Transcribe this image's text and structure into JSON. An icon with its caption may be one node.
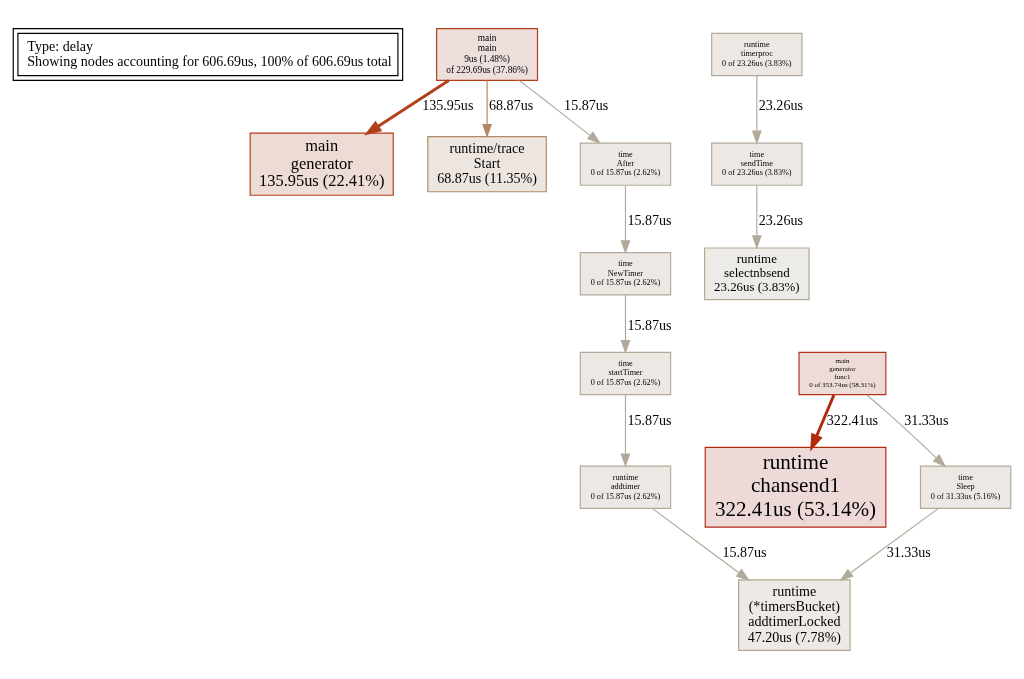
{
  "diagram": {
    "nodes": [
      {
        "text": [
          "Type: delay",
          "Showing nodes accounting for 606.69us, 100% of 606.69us total"
        ]
      },
      {
        "text": [
          "main",
          "main",
          "9us (1.48%)",
          "of 229.69us (37.86%)"
        ]
      },
      {
        "text": [
          "main",
          "generator",
          "135.95us (22.41%)"
        ]
      },
      {
        "text": [
          "runtime/trace",
          "Start",
          "68.87us (11.35%)"
        ]
      },
      {
        "text": [
          "time",
          "After",
          "0 of 15.87us (2.62%)"
        ]
      },
      {
        "text": [
          "runtime",
          "timerproc",
          "0 of 23.26us (3.83%)"
        ]
      },
      {
        "text": [
          "time",
          "sendTime",
          "0 of 23.26us (3.83%)"
        ]
      },
      {
        "text": [
          "runtime",
          "selectnbsend",
          "23.26us (3.83%)"
        ]
      },
      {
        "text": [
          "time",
          "NewTimer",
          "0 of 15.87us (2.62%)"
        ]
      },
      {
        "text": [
          "main",
          "generator",
          "func1",
          "0 of 353.74us (58.31%)"
        ]
      },
      {
        "text": [
          "time",
          "startTimer",
          "0 of 15.87us (2.62%)"
        ]
      },
      {
        "text": [
          "runtime",
          "chansend1",
          "322.41us (53.14%)"
        ]
      },
      {
        "text": [
          "time",
          "Sleep",
          "0 of 31.33us (5.16%)"
        ]
      },
      {
        "text": [
          "runtime",
          "addtimer",
          "0 of 15.87us (2.62%)"
        ]
      },
      {
        "text": [
          "runtime",
          "(*timersBucket)",
          "addtimerLocked",
          "47.20us (7.78%)"
        ]
      }
    ],
    "edges": [
      {
        "from": 1,
        "to": 2,
        "arrow": "to",
        "label": "135.95us",
        "style": "thick",
        "color": "#b2401a"
      },
      {
        "from": 1,
        "to": 3,
        "arrow": "to",
        "label": "68.87us",
        "color": "#b28660"
      },
      {
        "from": 1,
        "to": 4,
        "arrow": "to",
        "label": "15.87us"
      },
      {
        "from": 5,
        "to": 6,
        "arrow": "to",
        "label": "23.26us"
      },
      {
        "from": 6,
        "to": 7,
        "arrow": "to",
        "label": "23.26us"
      },
      {
        "from": 4,
        "to": 8,
        "arrow": "to",
        "label": "15.87us"
      },
      {
        "from": 8,
        "to": 10,
        "arrow": "to",
        "label": "15.87us"
      },
      {
        "from": 10,
        "to": 13,
        "arrow": "to",
        "label": "15.87us"
      },
      {
        "from": 9,
        "to": 11,
        "arrow": "to",
        "label": "322.41us",
        "style": "thick",
        "color": "#b22b0e"
      },
      {
        "from": 9,
        "to": 12,
        "arrow": "to",
        "label": "31.33us"
      },
      {
        "from": 12,
        "to": 14,
        "arrow": "to",
        "label": "31.33us"
      },
      {
        "from": 13,
        "to": 14,
        "arrow": "to",
        "label": "15.87us"
      }
    ]
  }
}
